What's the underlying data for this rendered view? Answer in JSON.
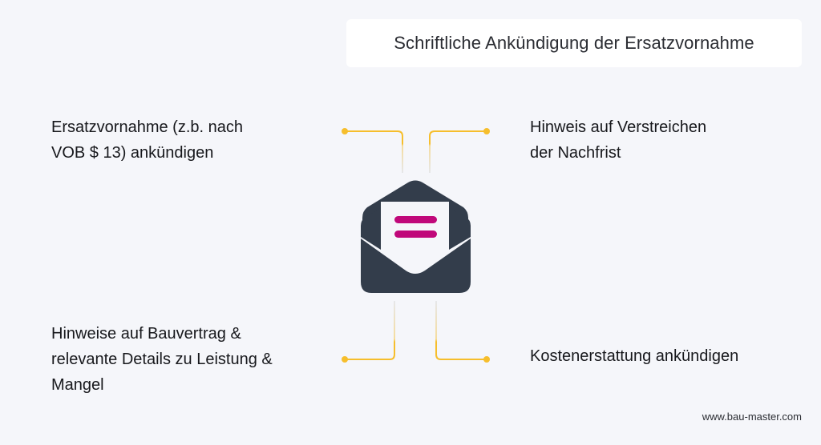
{
  "title": "Schriftliche Ankündigung der Ersatzvornahme",
  "items": [
    {
      "position": "top-left",
      "lines": [
        "Ersatzvornahme (z.b. nach",
        "VOB $ 13) ankündigen"
      ]
    },
    {
      "position": "top-right",
      "lines": [
        "Hinweis auf Verstreichen",
        "der Nachfrist"
      ]
    },
    {
      "position": "bottom-left",
      "lines": [
        "Hinweise auf Bauvertrag &",
        "relevante Details zu Leistung &",
        "Mangel"
      ]
    },
    {
      "position": "bottom-right",
      "lines": [
        "Kostenerstattung ankündigen"
      ]
    }
  ],
  "center_icon": "open-envelope-letter-icon",
  "footer": "www.bau-master.com",
  "colors": {
    "background": "#f5f6fa",
    "connector": "#f6be2c",
    "envelope": "#333d4b",
    "letter_lines": "#c0087a"
  }
}
